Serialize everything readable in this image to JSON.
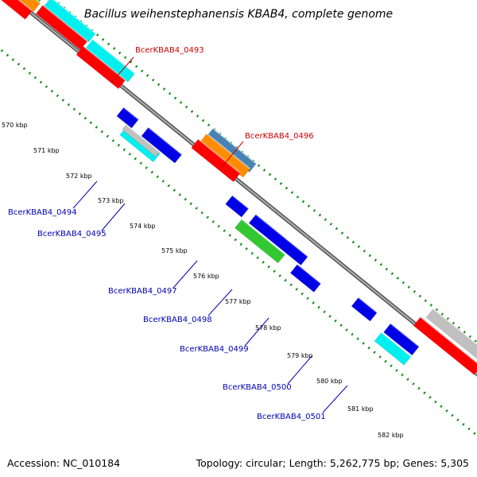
{
  "title": "Bacillus weihenstephanensis KBAB4, complete genome",
  "footer": {
    "accession": "Accession: NC_010184",
    "summary": "Topology: circular; Length: 5,262,775 bp; Genes: 5,305"
  },
  "colors": {
    "backbone": "#888888",
    "tick_track": "#128c12",
    "label_forward": "#cc0000",
    "label_reverse": "#0000b4",
    "red": "#ff0000",
    "blue": "#0000e6",
    "cyan": "#00f0f0",
    "green": "#32c832",
    "orange": "#ff8c00",
    "steelblue": "#4682b4",
    "gray": "#c0c0c0"
  },
  "ticks": [
    "570 kbp",
    "571 kbp",
    "572 kbp",
    "573 kbp",
    "574 kbp",
    "575 kbp",
    "576 kbp",
    "577 kbp",
    "578 kbp",
    "579 kbp",
    "580 kbp",
    "581 kbp",
    "582 kbp"
  ],
  "gene_labels_forward": [
    "BcerKBAB4_0493",
    "BcerKBAB4_0496"
  ],
  "gene_labels_reverse": [
    "BcerKBAB4_0494",
    "BcerKBAB4_0495",
    "BcerKBAB4_0497",
    "BcerKBAB4_0498",
    "BcerKBAB4_0499",
    "BcerKBAB4_0500",
    "BcerKBAB4_0501"
  ]
}
